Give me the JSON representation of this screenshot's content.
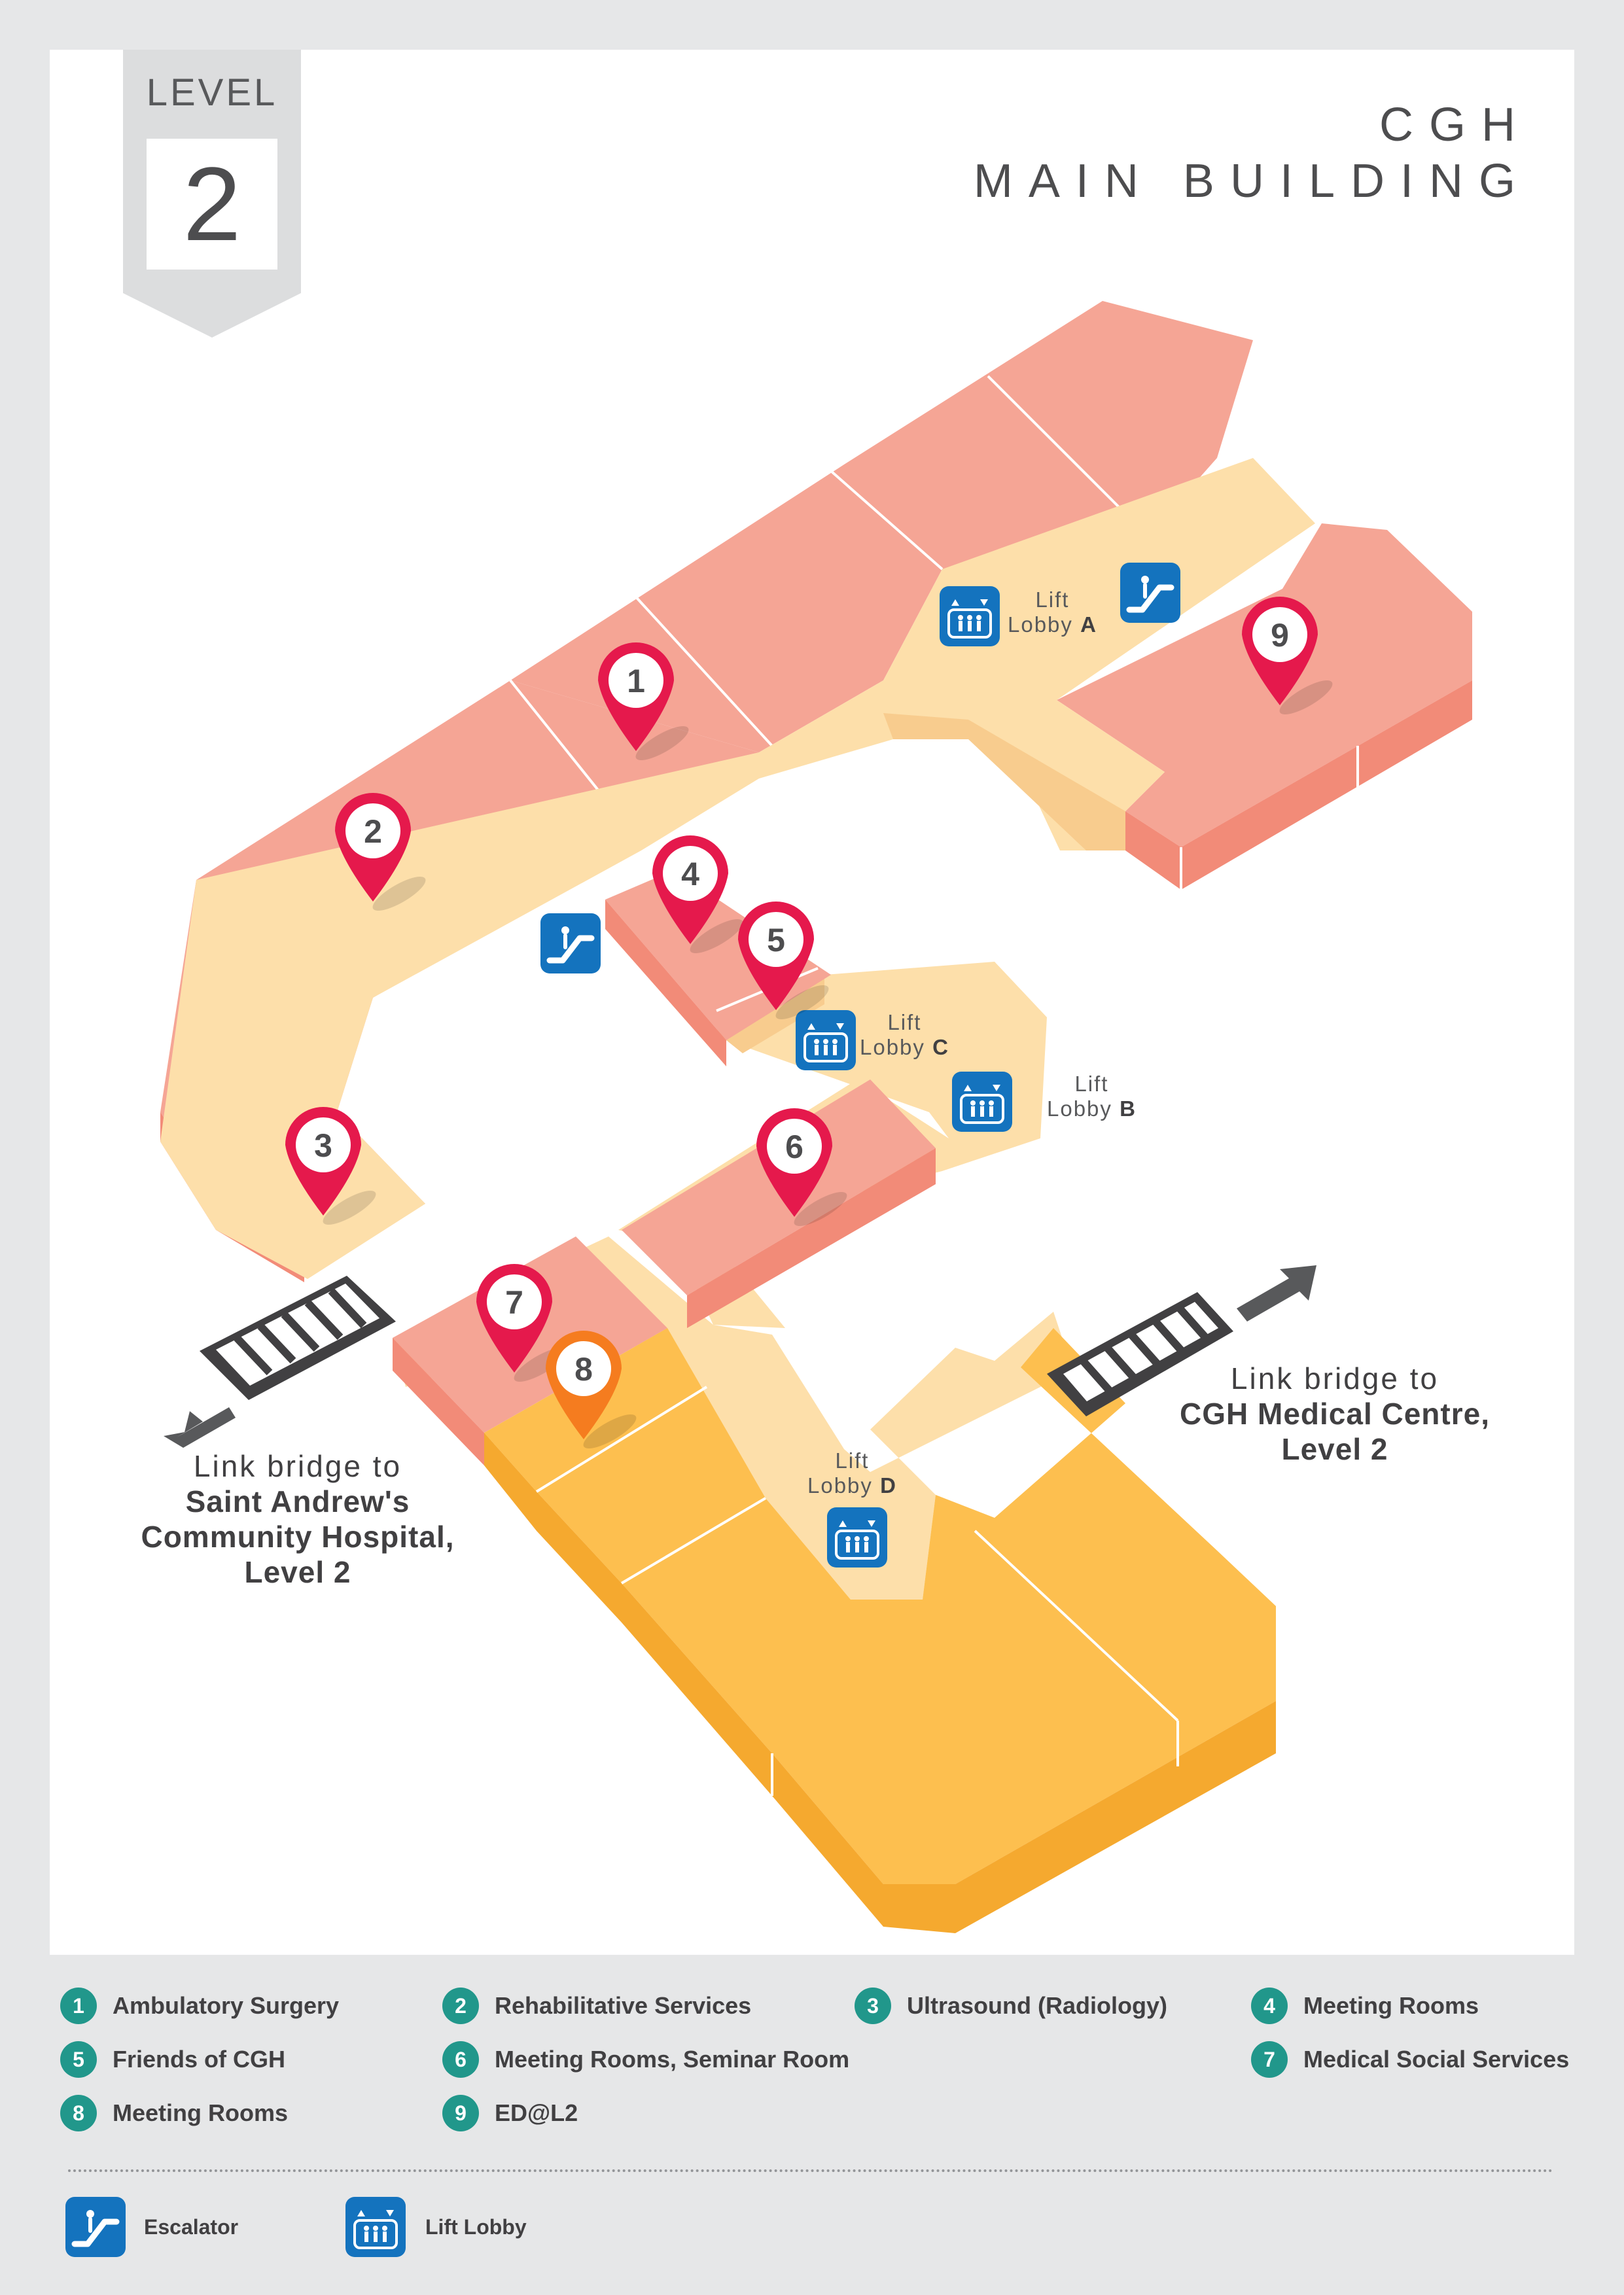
{
  "header": {
    "level_word": "LEVEL",
    "level_number": "2",
    "title_line1": "CGH",
    "title_line2": "MAIN BUILDING"
  },
  "lifts": [
    {
      "word": "Lift",
      "lobby": "Lobby",
      "letter": "A"
    },
    {
      "word": "Lift",
      "lobby": "Lobby",
      "letter": "B"
    },
    {
      "word": "Lift",
      "lobby": "Lobby",
      "letter": "C"
    },
    {
      "word": "Lift",
      "lobby": "Lobby",
      "letter": "D"
    }
  ],
  "bridges": {
    "left": {
      "line1": "Link bridge to",
      "line2": "Saint Andrew's",
      "line3": "Community Hospital,",
      "line4": "Level 2"
    },
    "right": {
      "line1": "Link bridge to",
      "line2": "CGH Medical Centre,",
      "line3": "Level 2"
    }
  },
  "pins": [
    "1",
    "2",
    "3",
    "4",
    "5",
    "6",
    "7",
    "8",
    "9"
  ],
  "legend": [
    {
      "num": "1",
      "label": "Ambulatory Surgery"
    },
    {
      "num": "2",
      "label": "Rehabilitative Services"
    },
    {
      "num": "3",
      "label": "Ultrasound (Radiology)"
    },
    {
      "num": "4",
      "label": "Meeting Rooms"
    },
    {
      "num": "5",
      "label": "Friends of CGH"
    },
    {
      "num": "6",
      "label": "Meeting Rooms, Seminar Room"
    },
    {
      "num": "7",
      "label": "Medical Social Services"
    },
    {
      "num": "8",
      "label": "Meeting Rooms"
    },
    {
      "num": "9",
      "label": "ED@L2"
    }
  ],
  "key": {
    "escalator_label": "Escalator",
    "escalator_icon": "escalator-icon",
    "lift_label": "Lift Lobby",
    "lift_icon": "lift-icon"
  },
  "colors": {
    "room": "#f5a595",
    "room_side": "#f28b78",
    "corridor": "#fddfaa",
    "corridor_side": "#f8cc8e",
    "yellow_zone": "#fdbf4f",
    "yellow_side": "#f5a92f",
    "pin_red": "#e5194c",
    "pin_orange": "#f57c1f",
    "icon_blue": "#1473be",
    "legend_teal": "#21978b"
  }
}
